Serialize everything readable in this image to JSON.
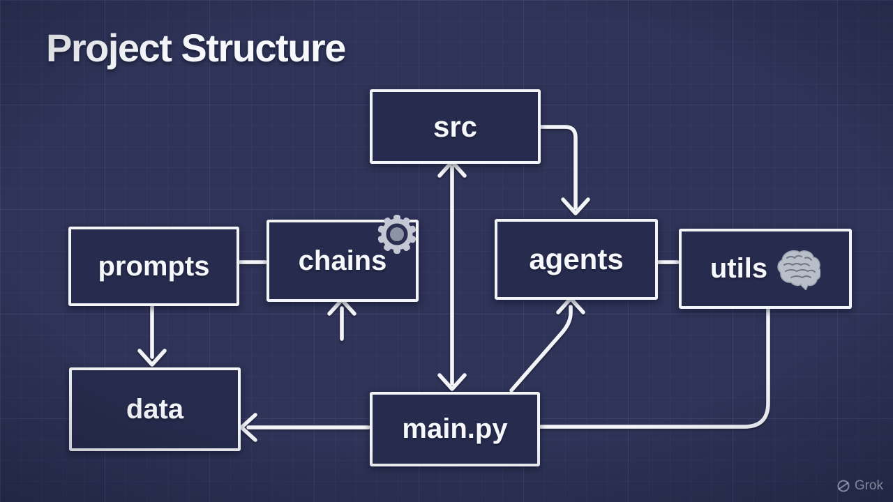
{
  "title": "Project Structure",
  "watermark": {
    "label": "Grok",
    "icon": "grok-logo-icon"
  },
  "colors": {
    "background": "#2e3357",
    "box_fill": "#272c4e",
    "box_border": "#f2f4f8",
    "line": "#f3f5f9",
    "text": "#f6f8fb",
    "icon_gray": "#c3c8d4",
    "icon_gray_dark": "#8d93a5"
  },
  "nodes": {
    "src": {
      "label": "src"
    },
    "prompts": {
      "label": "prompts"
    },
    "chains": {
      "label": "chains",
      "icon": "gear-icon"
    },
    "agents": {
      "label": "agents"
    },
    "utils": {
      "label": "utils",
      "icon": "brain-icon"
    },
    "data": {
      "label": "data"
    },
    "main": {
      "label": "main.py"
    }
  },
  "edges": [
    {
      "from": "src",
      "to": "agents",
      "arrow": "to"
    },
    {
      "from": "src",
      "to": "main.py",
      "arrow": "both"
    },
    {
      "from": "prompts",
      "to": "chains",
      "arrow": "none"
    },
    {
      "from": "prompts",
      "to": "data",
      "arrow": "to"
    },
    {
      "from": "main.py",
      "to": "chains",
      "arrow": "to"
    },
    {
      "from": "main.py",
      "to": "data",
      "arrow": "to"
    },
    {
      "from": "main.py",
      "to": "agents",
      "arrow": "to"
    },
    {
      "from": "agents",
      "to": "utils",
      "arrow": "none"
    },
    {
      "from": "utils",
      "to": "main.py",
      "arrow": "none"
    }
  ]
}
